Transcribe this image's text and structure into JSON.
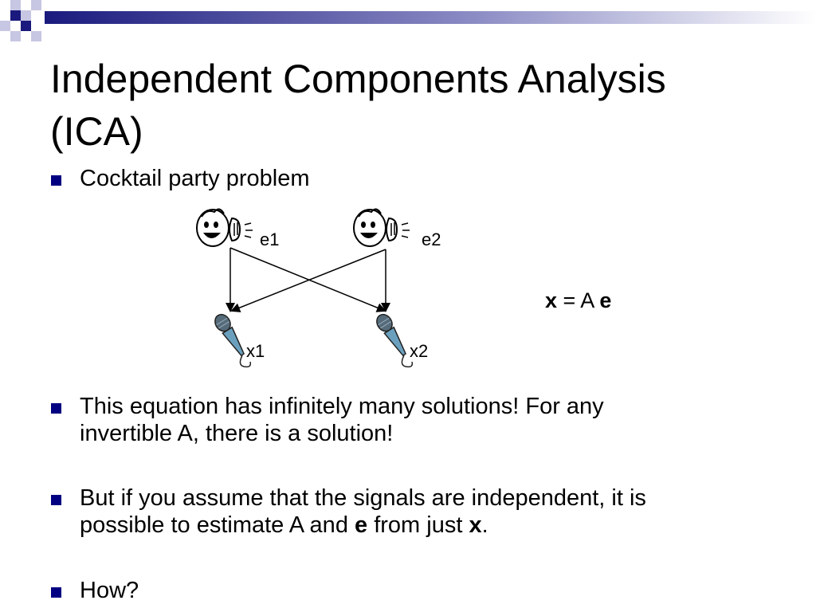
{
  "slide": {
    "title_line1": "Independent Components Analysis",
    "title_line2": "(ICA)",
    "bullets": [
      {
        "text": "Cocktail party problem"
      },
      {
        "line1": "This equation has infinitely many solutions! For any",
        "line2": "invertible A, there is a solution!"
      },
      {
        "line1": "But if you assume that the signals are independent, it is",
        "line2_a": "possible to estimate A and ",
        "line2_b": "e",
        "line2_c": " from just ",
        "line2_d": "x",
        "line2_e": "."
      },
      {
        "text": "How?"
      }
    ],
    "equation": {
      "lhs": "x",
      "eq": " = A ",
      "rhs": "e"
    },
    "diagram": {
      "speakers": [
        "e1",
        "e2"
      ],
      "microphones": [
        "x1",
        "x2"
      ]
    }
  },
  "colors": {
    "bullet": "#000080",
    "header_dark": "#1a1a7e"
  }
}
